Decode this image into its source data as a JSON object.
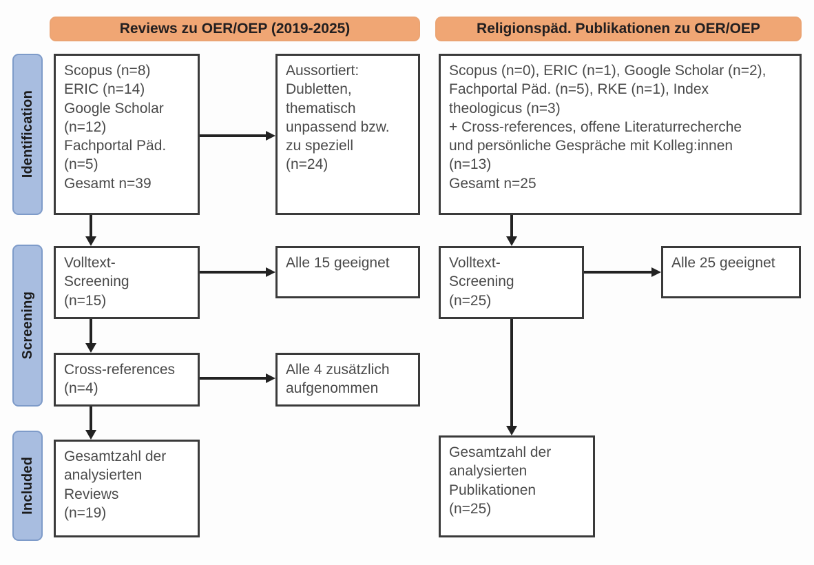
{
  "diagram": {
    "type": "prisma-flow-diagram",
    "phases": [
      {
        "id": "identification",
        "label": "Identification"
      },
      {
        "id": "screening",
        "label": "Screening"
      },
      {
        "id": "included",
        "label": "Included"
      }
    ],
    "columns": [
      {
        "id": "reviews",
        "header": "Reviews zu OER/OEP (2019-2025)"
      },
      {
        "id": "publikationen",
        "header": "Religionspäd. Publikationen zu OER/OEP"
      }
    ],
    "nodes": {
      "left_sources": "Scopus (n=8)\nERIC (n=14)\nGoogle Scholar\n(n=12)\nFachportal Päd.\n(n=5)\nGesamt n=39",
      "left_excluded": "Aussortiert:\nDubletten,\nthematisch\nunpassend bzw.\nzu speziell\n(n=24)",
      "left_screening": "Volltext-\nScreening\n(n=15)",
      "left_screening_result": "Alle 15 geeignet",
      "left_crossrefs": "Cross-references\n(n=4)",
      "left_crossrefs_result": "Alle 4 zusätzlich\naufgenommen",
      "left_included": "Gesamtzahl der\nanalysierten\nReviews\n(n=19)",
      "right_sources": "Scopus (n=0), ERIC (n=1), Google Scholar (n=2),\nFachportal Päd. (n=5), RKE (n=1), Index\ntheologicus (n=3)\n+ Cross-references, offene Literaturrecherche\nund persönliche Gespräche mit Kolleg:innen\n(n=13)\nGesamt n=25",
      "right_screening": "Volltext-\nScreening\n(n=25)",
      "right_screening_result": "Alle 25 geeignet",
      "right_included": "Gesamtzahl der\nanalysierten\nPublikationen\n(n=25)"
    },
    "colors": {
      "phase_fill": "#a8bde0",
      "phase_border": "#7e9bc9",
      "header_fill": "#f0a674",
      "node_border": "#3a3a3a",
      "node_text": "#4a4a4a",
      "connector": "#222222",
      "background": "#fdfdfd"
    }
  }
}
